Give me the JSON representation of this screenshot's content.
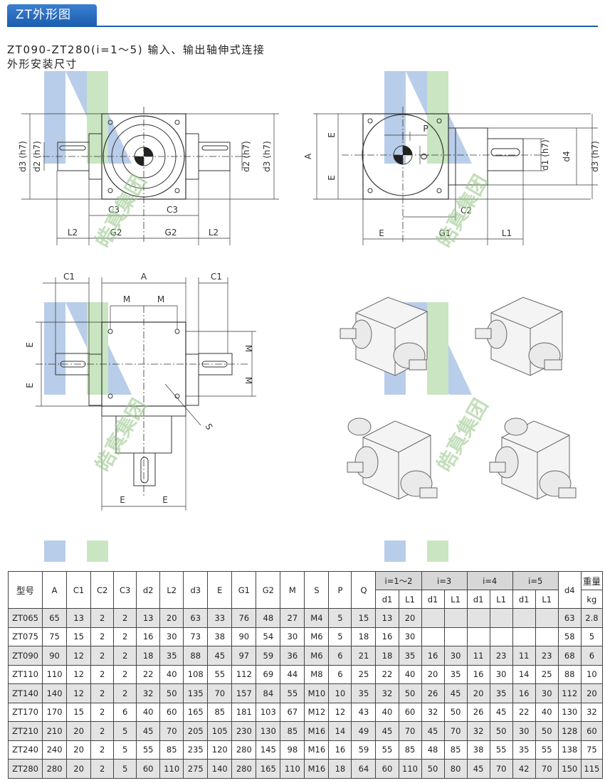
{
  "header": {
    "tab_title": "ZT外形图",
    "subtitle_line1": "ZT090-ZT280(i=1～5) 输入、输出轴伸式连接",
    "subtitle_line2": "外形安装尺寸"
  },
  "watermark": {
    "text": "皓真集团",
    "colors": {
      "blue": "#7fa6d8",
      "green": "#9fd08f"
    }
  },
  "drawings": {
    "front_view": [
      "d3 (h7)",
      "d2 (h7)",
      "d2 (h7)",
      "d3 (h7)",
      "C3",
      "C3",
      "L2",
      "G2",
      "G2",
      "L2"
    ],
    "side_view": [
      "A",
      "E",
      "E",
      "P",
      "Q",
      "d1 (h7)",
      "d4",
      "d3 (h7)",
      "C2",
      "E",
      "G1",
      "L1"
    ],
    "top_view": [
      "C1",
      "A",
      "C1",
      "M",
      "M",
      "E",
      "E",
      "M",
      "M",
      "S",
      "E",
      "E"
    ]
  },
  "table": {
    "headers": [
      "型号",
      "A",
      "C1",
      "C2",
      "C3",
      "d2",
      "L2",
      "d3",
      "E",
      "G1",
      "G2",
      "M",
      "S",
      "P",
      "Q"
    ],
    "ratio_groups": [
      "i=1～2",
      "i=3",
      "i=4",
      "i=5"
    ],
    "ratio_sub": [
      "d1",
      "L1"
    ],
    "tail_headers": [
      "d4",
      "重量"
    ],
    "weight_unit": "kg",
    "rows": [
      [
        "ZT065",
        "65",
        "13",
        "2",
        "2",
        "13",
        "20",
        "63",
        "33",
        "76",
        "48",
        "27",
        "M4",
        "5",
        "15",
        "13",
        "20",
        "",
        "",
        "",
        "",
        "",
        "",
        "63",
        "2.8"
      ],
      [
        "ZT075",
        "75",
        "15",
        "2",
        "2",
        "16",
        "30",
        "73",
        "38",
        "90",
        "54",
        "30",
        "M6",
        "5",
        "18",
        "16",
        "30",
        "",
        "",
        "",
        "",
        "",
        "",
        "58",
        "5"
      ],
      [
        "ZT090",
        "90",
        "12",
        "2",
        "2",
        "18",
        "35",
        "88",
        "45",
        "97",
        "59",
        "36",
        "M6",
        "6",
        "21",
        "18",
        "35",
        "16",
        "30",
        "11",
        "23",
        "11",
        "23",
        "68",
        "6"
      ],
      [
        "ZT110",
        "110",
        "12",
        "2",
        "2",
        "22",
        "40",
        "108",
        "55",
        "112",
        "69",
        "44",
        "M8",
        "6",
        "25",
        "22",
        "40",
        "20",
        "35",
        "16",
        "30",
        "14",
        "25",
        "88",
        "10"
      ],
      [
        "ZT140",
        "140",
        "12",
        "2",
        "2",
        "32",
        "50",
        "135",
        "70",
        "157",
        "84",
        "55",
        "M10",
        "10",
        "35",
        "32",
        "50",
        "26",
        "45",
        "20",
        "35",
        "16",
        "30",
        "112",
        "20"
      ],
      [
        "ZT170",
        "170",
        "15",
        "2",
        "6",
        "40",
        "60",
        "165",
        "85",
        "181",
        "103",
        "67",
        "M12",
        "12",
        "43",
        "40",
        "60",
        "32",
        "50",
        "26",
        "45",
        "22",
        "40",
        "130",
        "32"
      ],
      [
        "ZT210",
        "210",
        "20",
        "2",
        "5",
        "45",
        "70",
        "205",
        "105",
        "230",
        "130",
        "85",
        "M16",
        "14",
        "49",
        "45",
        "70",
        "45",
        "70",
        "32",
        "50",
        "30",
        "50",
        "128",
        "60"
      ],
      [
        "ZT240",
        "240",
        "20",
        "2",
        "5",
        "55",
        "85",
        "235",
        "120",
        "280",
        "145",
        "98",
        "M16",
        "16",
        "59",
        "55",
        "85",
        "48",
        "85",
        "38",
        "55",
        "35",
        "55",
        "138",
        "75"
      ],
      [
        "ZT280",
        "280",
        "20",
        "2",
        "5",
        "60",
        "110",
        "275",
        "140",
        "280",
        "165",
        "110",
        "M16",
        "18",
        "64",
        "60",
        "110",
        "50",
        "80",
        "45",
        "70",
        "42",
        "70",
        "150",
        "115"
      ]
    ]
  }
}
